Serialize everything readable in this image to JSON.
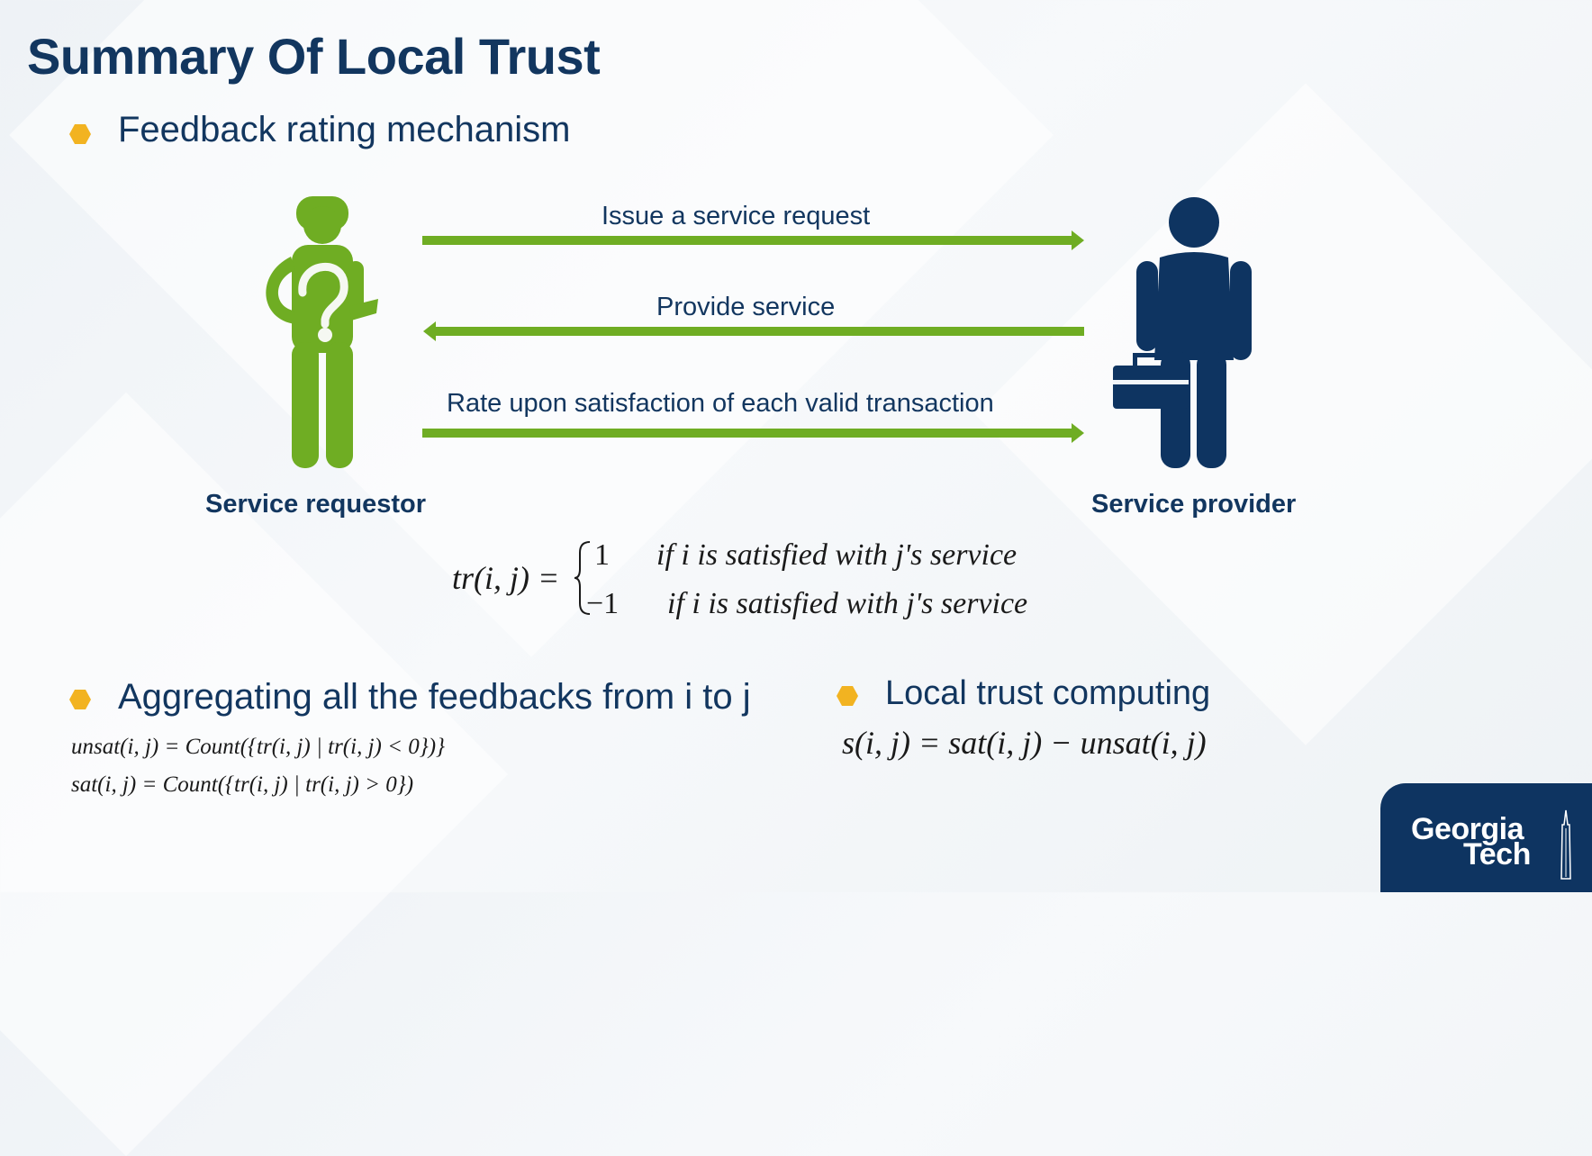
{
  "slide": {
    "title": "Summary Of Local Trust",
    "bullets": {
      "feedback": "Feedback rating mechanism",
      "aggregating": "Aggregating all the feedbacks from i to j",
      "local_trust": "Local trust computing"
    },
    "arrows": {
      "request": "Issue a service request",
      "provide": "Provide service",
      "rate": "Rate upon satisfaction of each valid transaction"
    },
    "actors": {
      "requestor": "Service requestor",
      "provider": "Service provider"
    },
    "formulas": {
      "tr_lhs": "tr(i, j) =",
      "tr_case1_value": "1",
      "tr_case1_cond": "if  i is satisfied with j's service",
      "tr_case2_value": "−1",
      "tr_case2_cond": "if  i is satisfied with j's service",
      "unsat": "unsat(i, j) =  Count({tr(i, j) | tr(i, j) < 0})}",
      "sat": "sat(i, j) = Count({tr(i, j)  | tr(i, j) > 0})",
      "s": "s(i, j) = sat(i, j) − unsat(i, j)"
    },
    "logo": {
      "line1": "Georgia",
      "line2": "Tech"
    },
    "colors": {
      "navy": "#12365f",
      "green": "#6fad23",
      "bullet": "#f2b321",
      "logo_bg": "#0e3461"
    },
    "icons": {
      "requestor": "person-question-icon",
      "provider": "person-briefcase-icon",
      "bullet": "hexagon-bullet-icon"
    }
  }
}
